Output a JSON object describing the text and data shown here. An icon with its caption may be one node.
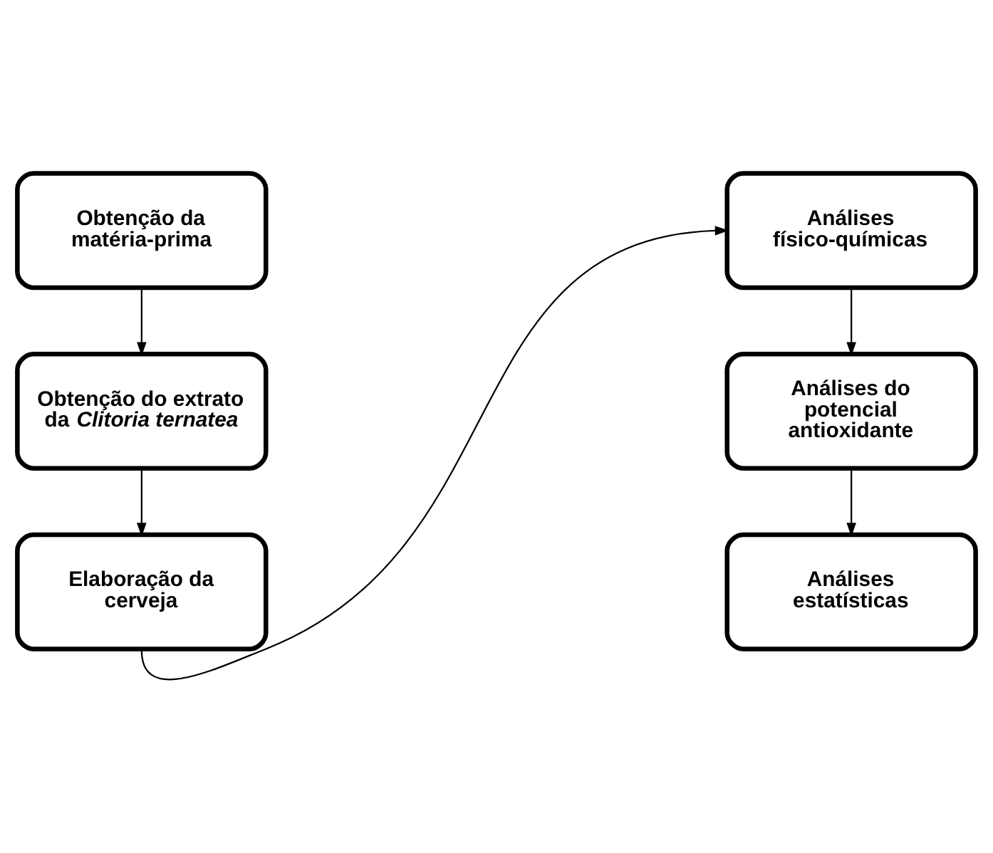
{
  "diagram": {
    "nodes": [
      {
        "text": [
          "Obtenção da matéria-prima"
        ]
      },
      {
        "text": [
          "Obtenção do extrato da *Clitoria ternatea*"
        ]
      },
      {
        "text": [
          "Elaboração da cerveja"
        ]
      },
      {
        "text": [
          "Análises físico-químicas"
        ]
      },
      {
        "text": [
          "Análises do potencial antioxidante"
        ]
      },
      {
        "text": [
          "Análises estatísticas"
        ]
      }
    ],
    "edges": [
      {
        "from": 0,
        "to": 1,
        "arrow": "to"
      },
      {
        "from": 1,
        "to": 2,
        "arrow": "to"
      },
      {
        "from": 2,
        "to": 3,
        "arrow": "to"
      },
      {
        "from": 3,
        "to": 4,
        "arrow": "to"
      },
      {
        "from": 4,
        "to": 5,
        "arrow": "to"
      }
    ]
  }
}
